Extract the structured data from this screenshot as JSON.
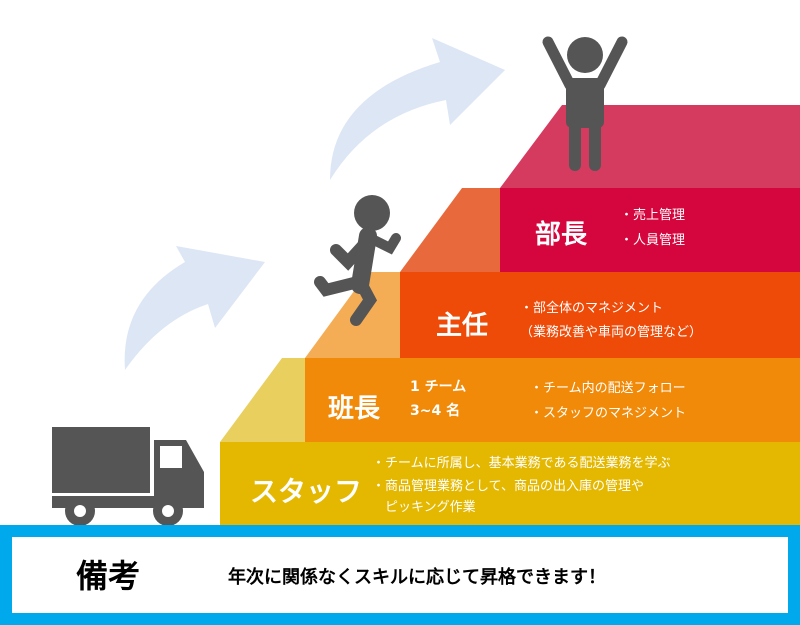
{
  "colors": {
    "bucho": "#d5063d",
    "shunin": "#ee4a08",
    "hancho": "#f08a08",
    "staff": "#e4b800",
    "note_border": "#00a8ec",
    "figure": "#555555",
    "arrow": "#dce6f4"
  },
  "levels": [
    {
      "title": "部長",
      "items": [
        "・売上管理",
        "・人員管理"
      ]
    },
    {
      "title": "主任",
      "items": [
        "・部全体のマネジメント",
        "（業務改善や車両の管理など）"
      ]
    },
    {
      "title": "班長",
      "team": [
        "1 チーム",
        "3~4 名"
      ],
      "items": [
        "・チーム内の配送フォロー",
        "・スタッフのマネジメント"
      ]
    },
    {
      "title": "スタッフ",
      "items": [
        "・チームに所属し、基本業務である配送業務を学ぶ",
        "・商品管理業務として、商品の出入庫の管理や",
        "　ピッキング作業"
      ]
    }
  ],
  "note": {
    "label": "備考",
    "text": "年次に関係なくスキルに応じて昇格できます！"
  },
  "icons": [
    "truck-icon",
    "running-person-icon",
    "cheering-person-icon",
    "up-arrow-icon"
  ]
}
